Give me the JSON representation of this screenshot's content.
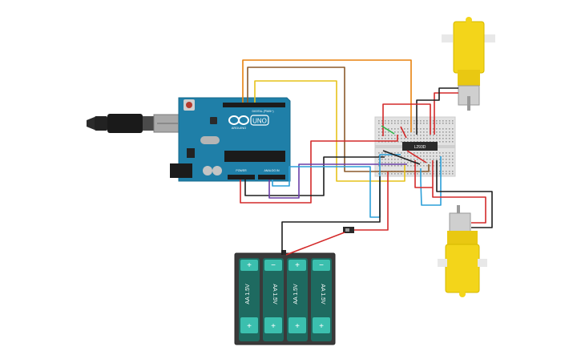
{
  "arduino": {
    "brand": "ARDUINO",
    "model": "UNO",
    "digital_label": "DIGITAL (PWM~)",
    "power_label": "POWER",
    "analog_label": "ANALOG IN"
  },
  "chip": {
    "label": "L293D"
  },
  "battery_pack": {
    "cells": [
      {
        "label": "AA 1.5V",
        "top_sign": "+",
        "bottom_sign": "+"
      },
      {
        "label": "AA 1.5V",
        "top_sign": "−",
        "bottom_sign": "+"
      },
      {
        "label": "AA 1.5V",
        "top_sign": "+",
        "bottom_sign": "+"
      },
      {
        "label": "AA 1.5V",
        "top_sign": "−",
        "bottom_sign": "+"
      }
    ]
  },
  "colors": {
    "board": "#1f7fa8",
    "board_edge": "#16688c",
    "breadboard": "#e2e2e2",
    "chip": "#2a2a2a",
    "motor_yellow": "#f3d51a",
    "battery_cell": "#1e6a60",
    "battery_cap": "#3bbfae",
    "wire_orange": "#e8820e",
    "wire_brown": "#8b5a2b",
    "wire_yellow": "#e6c21a",
    "wire_red": "#d42a2a",
    "wire_black": "#1e1e1e",
    "wire_blue": "#2b9fd8",
    "wire_purple": "#6b3ea6",
    "wire_green": "#2fb84a"
  }
}
